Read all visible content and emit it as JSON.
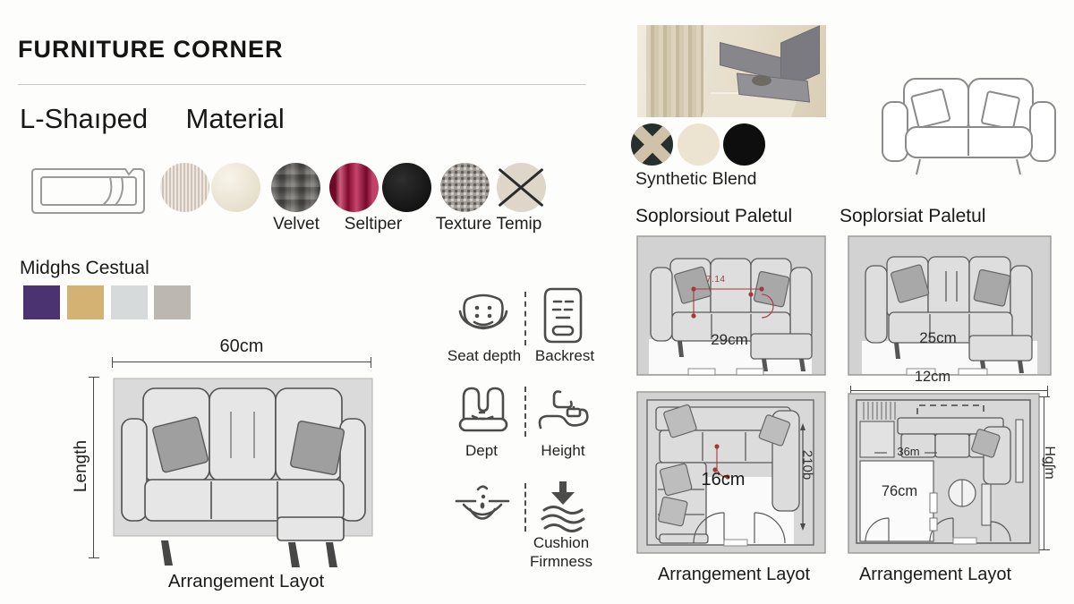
{
  "title": "FURNITURE CORNER",
  "materials": {
    "heading_a": "L-Shaıped",
    "heading_b": "Material",
    "labels": {
      "velvet": "Velvet",
      "seltiper": "Seltiper",
      "texture": "Texture",
      "temip": "Temip"
    },
    "swatch_colors": {
      "ribbed_beige": "#d9cfc2",
      "cream": "#ece3cb",
      "plaid_gray": "#6b6965",
      "crimson_satin": "#a81440",
      "black": "#161616",
      "knit_gray": "#a29d96",
      "crossed_beige": "#ddd6c9"
    }
  },
  "palette": {
    "heading": "Midghs Cestual",
    "purple": "#4b3371",
    "tan": "#d3b274",
    "light_gray": "#d7dadb",
    "gray_beige": "#bcb8b1"
  },
  "diagram": {
    "width_label": "60cm",
    "length_label": "Length",
    "caption": "Arrangement Layot"
  },
  "specs": {
    "seat_depth": "Seat depth",
    "backrest": "Backrest",
    "dept": "Dept",
    "height": "Height",
    "cushion_line1": "Cushion",
    "cushion_line2": "Firmness"
  },
  "icons": {
    "seat_depth": "seat-cushion-icon",
    "backrest": "backrest-icon",
    "dept": "seat-frame-icon",
    "height": "chaise-profile-icon",
    "sag": "cushion-sag-icon",
    "firmness": "compress-arrow-icon",
    "sofa_outline": "sofa-outline-icon",
    "sofa_line": "loveseat-line-icon"
  },
  "blend": {
    "label": "Synthetic Blend",
    "dark_pattern": "#26302e",
    "cream": "#ece4d1",
    "black": "#0e0e0e"
  },
  "plans": {
    "heading_left": "Soplorsiout Paletul",
    "heading_right": "Soplorsiat Paletul",
    "p1_dim": "29cm",
    "p1_note": "7.14",
    "p2_dim": "25cm",
    "p2_width_dim": "12cm",
    "p3_dim": "16cm",
    "p3_side_dim": "210b",
    "p4_room_dim": "76cm",
    "p4_inner_dim": "36m",
    "p4_side_dim": "Hgʃm",
    "caption_left": "Arrangement Layot",
    "caption_right": "Arrangement Layot"
  },
  "colors": {
    "annotation_red": "#a83838",
    "panel_gray": "#d2d2d2",
    "line_dark": "#4a4a4a"
  }
}
